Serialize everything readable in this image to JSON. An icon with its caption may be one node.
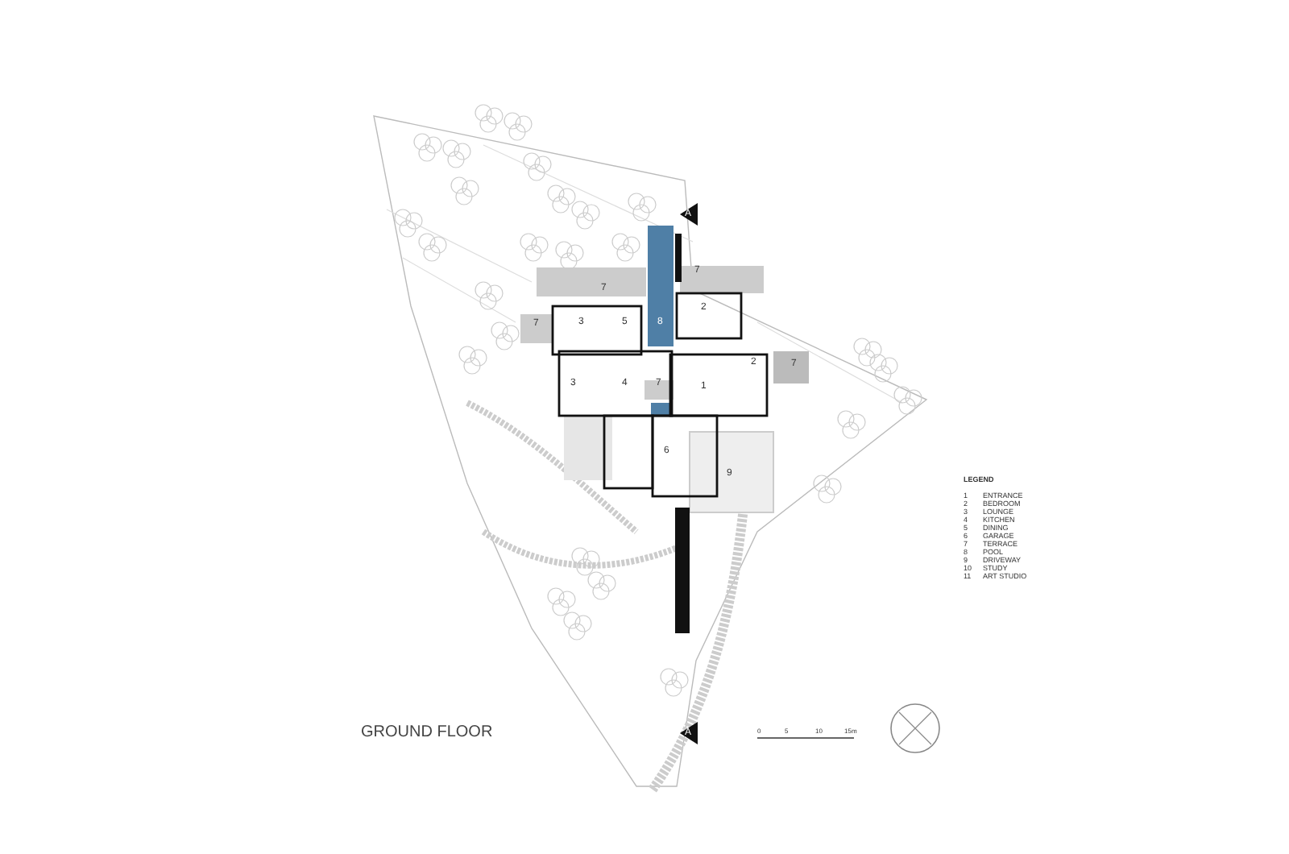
{
  "diagram": {
    "title": "GROUND FLOOR",
    "labels": [
      "A",
      "7",
      "7",
      "7",
      "3",
      "5",
      "8",
      "2",
      "3",
      "4",
      "7",
      "1",
      "2",
      "7",
      "6",
      "9",
      "A",
      "LEGEND",
      "1",
      "ENTRANCE",
      "2",
      "BEDROOM",
      "3",
      "LOUNGE",
      "4",
      "KITCHEN",
      "5",
      "DINING",
      "6",
      "GARAGE",
      "7",
      "TERRACE",
      "8",
      "POOL",
      "9",
      "DRIVEWAY",
      "10",
      "STUDY",
      "11",
      "ART STUDIO",
      "0",
      "5",
      "10",
      "15m"
    ]
  }
}
